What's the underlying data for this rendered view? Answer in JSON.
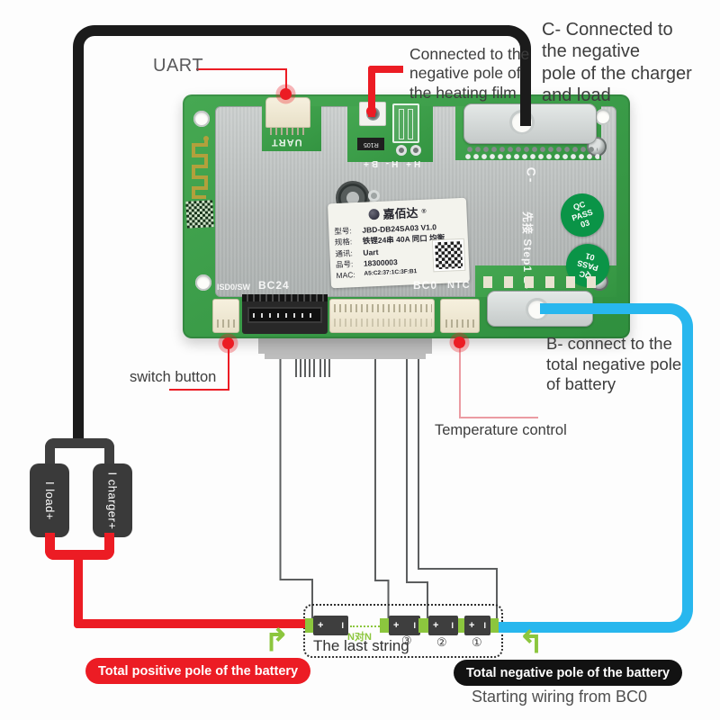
{
  "annotations": {
    "uart": "UART",
    "heating": [
      "Connected to the",
      "negative pole of",
      "the heating film"
    ],
    "c_minus": [
      "C- Connected to",
      "the negative",
      "pole of the charger",
      "and load"
    ],
    "b_minus": [
      "B- connect to the",
      "total negative pole",
      "of battery"
    ],
    "switch_btn": "switch button",
    "temperature": "Temperature control"
  },
  "pcb": {
    "silk": {
      "uart": "UART",
      "polarity_row": "H+ H- B+",
      "resistor": "R105",
      "c_minus": "C-",
      "step": "先接 Step1 B-",
      "isd": "ISD0/SW",
      "bc24": "BC24",
      "bc0": "BC0",
      "ntc": "NTC"
    },
    "label": {
      "brand": "嘉佰达",
      "reg": "®",
      "rows": [
        {
          "k": "型号:",
          "v": "JBD-DB24SA03 V1.0"
        },
        {
          "k": "规格:",
          "v": "铁锂24串 40A 同口 均衡"
        },
        {
          "k": "通讯:",
          "v": "Uart"
        },
        {
          "k": "品号:",
          "v": "18300003"
        },
        {
          "k": "MAC:",
          "v": "A5:C2:37:1C:3F:B1"
        }
      ]
    },
    "stickers": {
      "qc1": [
        "QC",
        "PASS",
        "03"
      ],
      "qc2": [
        "QC",
        "PASS",
        "01"
      ]
    }
  },
  "connectors": {
    "load": "I load+",
    "charger": "I charger+"
  },
  "battery": {
    "n_to_n": "N对N",
    "last_string": "The last string",
    "numbers": [
      "③",
      "②",
      "①"
    ],
    "plus": "+",
    "minus": "I"
  },
  "badges": {
    "positive": "Total positive pole of the battery",
    "negative": "Total negative pole of the battery",
    "start": "Starting wiring from BC0"
  },
  "arrows": {
    "left": "↱",
    "right": "↰"
  },
  "colors": {
    "red": "#ec1c24",
    "cyan": "#28b7ee",
    "green": "#8cc63e",
    "black_wire": "#1b1b1b",
    "pink_line": "#eb9ba2",
    "pcb_green": "#3a9c47"
  }
}
